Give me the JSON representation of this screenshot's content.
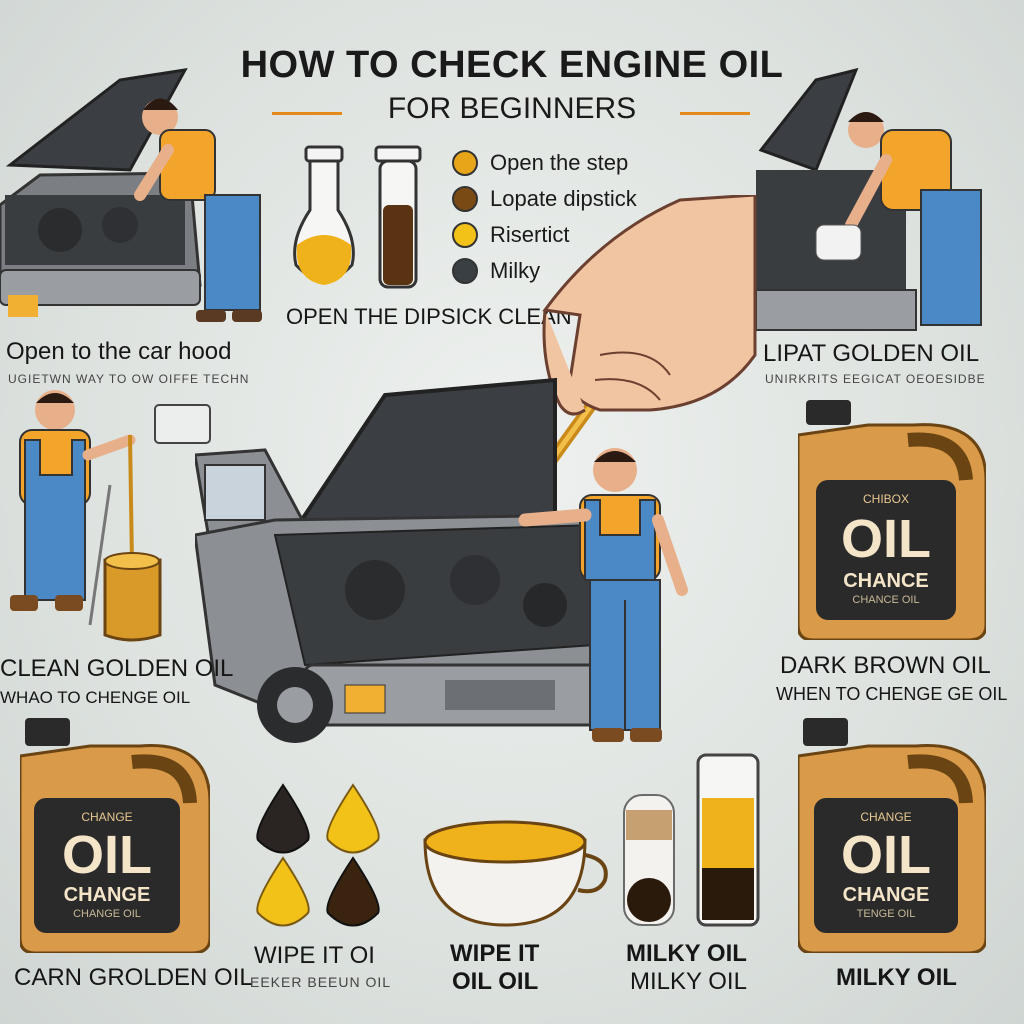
{
  "title": "HOW TO CHECK ENGINE OIL",
  "subtitle": "FOR BEGINNERS",
  "legend": [
    {
      "label": "Open  the step",
      "color": "#e8a51a"
    },
    {
      "label": "Lopate dipstick",
      "color": "#7a4a14"
    },
    {
      "label": "Risertict",
      "color": "#f2c218"
    },
    {
      "label": "Milky",
      "color": "#3a3f44"
    }
  ],
  "labels": {
    "top_left": "Open to the car hood",
    "top_left_sub": "UGIETWN  WAY  TO  OW  OIFFE  TECHN",
    "center_top": "OPEN  THE DIPSICK CLEAN",
    "right_mid": "LIPAT GOLDEN OIL",
    "right_mid_sub": "UNIRKRITS  EEGICAT  OEOESIDBE",
    "left_mid": "CLEAN GOLDEN OIL",
    "left_mid_sub": "WHAO  TO  CHENGE  OIL",
    "right_low": "DARK BROWN OIL",
    "right_low_sub": "WHEN  TO  CHENGE GE OIL",
    "bottom_left": "CARN GROLDEN OIL",
    "bottom_drops": "WIPE IT OI",
    "bottom_drops_sub": "EEKER  BEEUN  OIL",
    "bottom_cup_1": "WIPE IT",
    "bottom_cup_2": "OIL OIL",
    "bottom_tube_1": "MILKY OIL",
    "bottom_tube_2": "MILKY OIL",
    "bottom_right": "MILKY OIL"
  },
  "jugs": {
    "right": {
      "brand": "CHIBOX",
      "big": "OIL",
      "small": "CHANCE",
      "tiny": "CHANCE  OIL"
    },
    "bottom_left": {
      "brand": "CHANGE",
      "big": "OIL",
      "small": "CHANGE",
      "tiny": "CHANGE  OIL"
    },
    "bottom_right": {
      "brand": "CHANGE",
      "big": "OIL",
      "small": "CHANGE",
      "tiny": "TENGE  OIL"
    }
  },
  "colors": {
    "accent": "#e48a1a",
    "golden_oil": "#f0b21a",
    "dark_oil": "#3a2410",
    "jug": "#d99a4a",
    "shirt": "#f2a52a",
    "overalls": "#4a88c6"
  }
}
